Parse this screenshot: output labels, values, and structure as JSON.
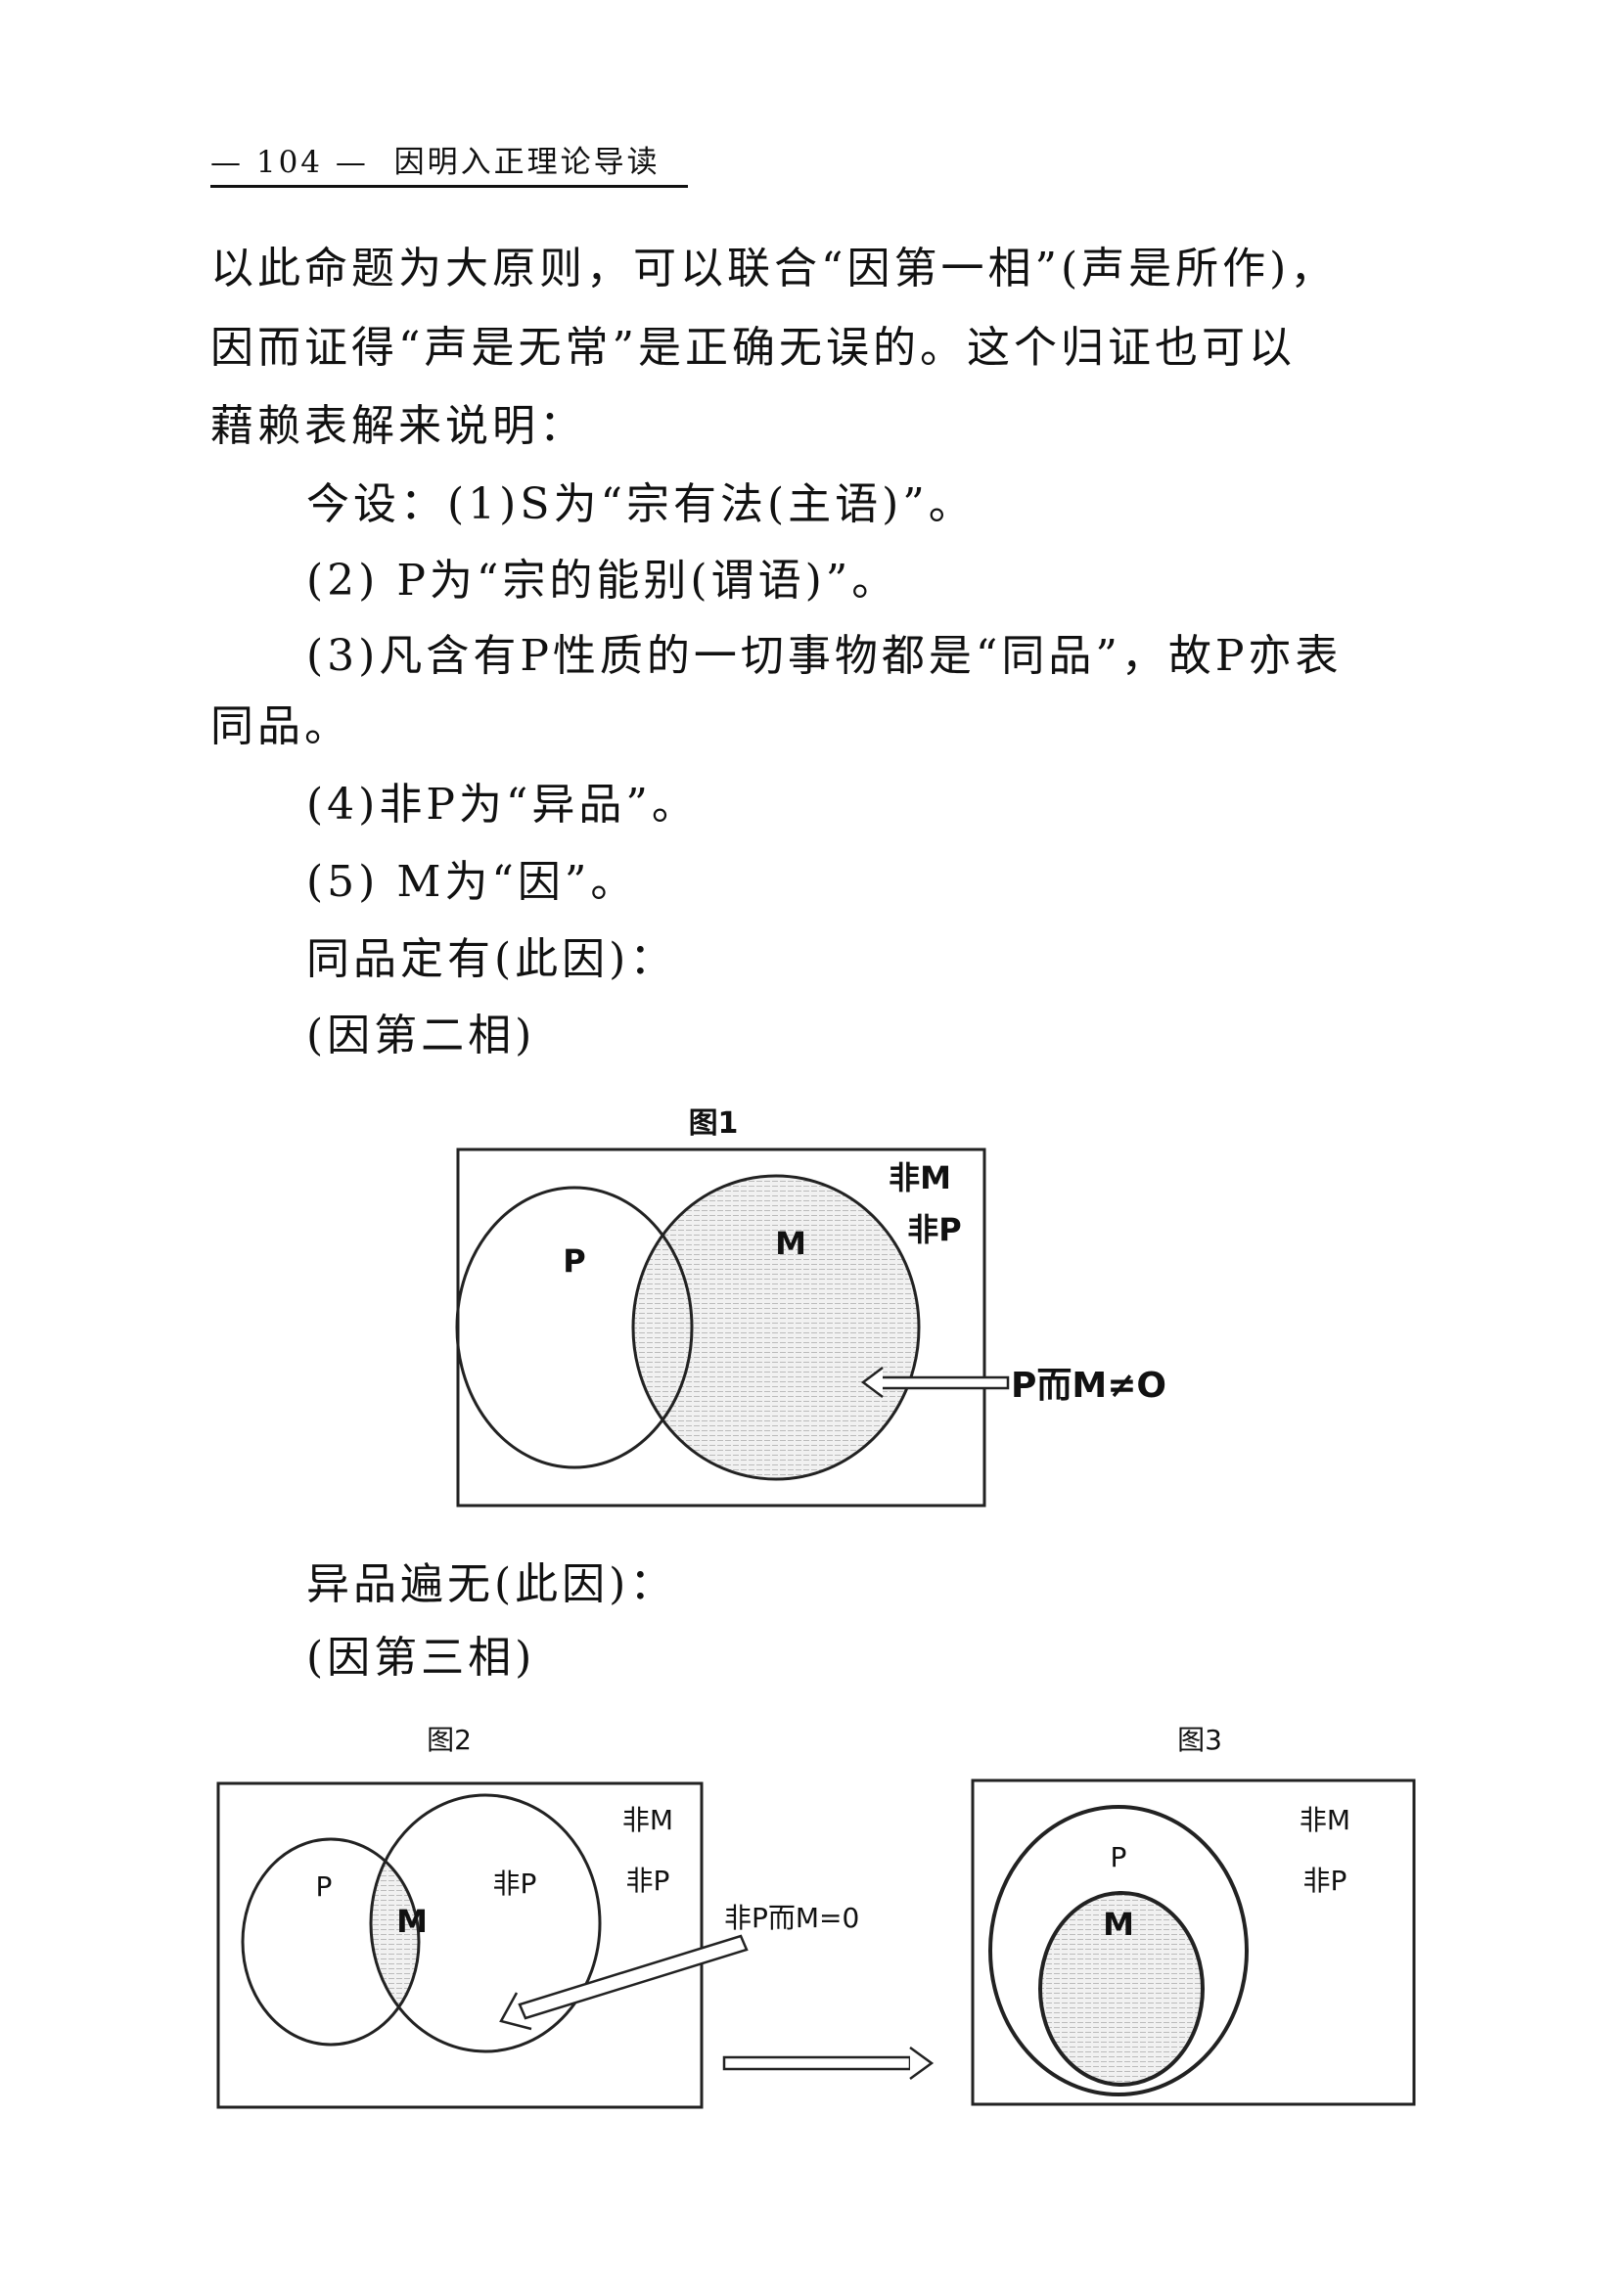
{
  "header": {
    "page_number": "104",
    "book_title": "因明入正理论导读"
  },
  "body": {
    "lines": [
      "以此命题为大原则，可以联合“因第一相”(声是所作)，",
      "因而证得“声是无常”是正确无误的。这个归证也可以",
      "藉赖表解来说明：",
      "今设：(1)S为“宗有法(主语)”。",
      "(2) P为“宗的能别(谓语)”。",
      "(3)凡含有P性质的一切事物都是“同品”，故P亦表",
      "同品。",
      "(4)非P为“异品”。",
      "(5) M为“因”。",
      "同品定有(此因)：",
      "(因第二相)",
      "异品遍无(此因)：",
      "(因第三相)"
    ]
  },
  "figures": {
    "fig1": {
      "title": "图1",
      "label_non_m": "非M",
      "label_non_p": "非P",
      "label_p": "P",
      "label_m": "M",
      "arrow_note": "P而M≠O"
    },
    "fig2": {
      "title": "图2",
      "label_non_m": "非M",
      "label_non_p": "非P",
      "label_p": "P",
      "label_m": "M",
      "label_inner_non_p": "非P",
      "arrow_note": "非P而M=0"
    },
    "fig3": {
      "title": "图3",
      "label_non_m": "非M",
      "label_non_p": "非P",
      "label_p": "P",
      "label_m": "M"
    }
  }
}
